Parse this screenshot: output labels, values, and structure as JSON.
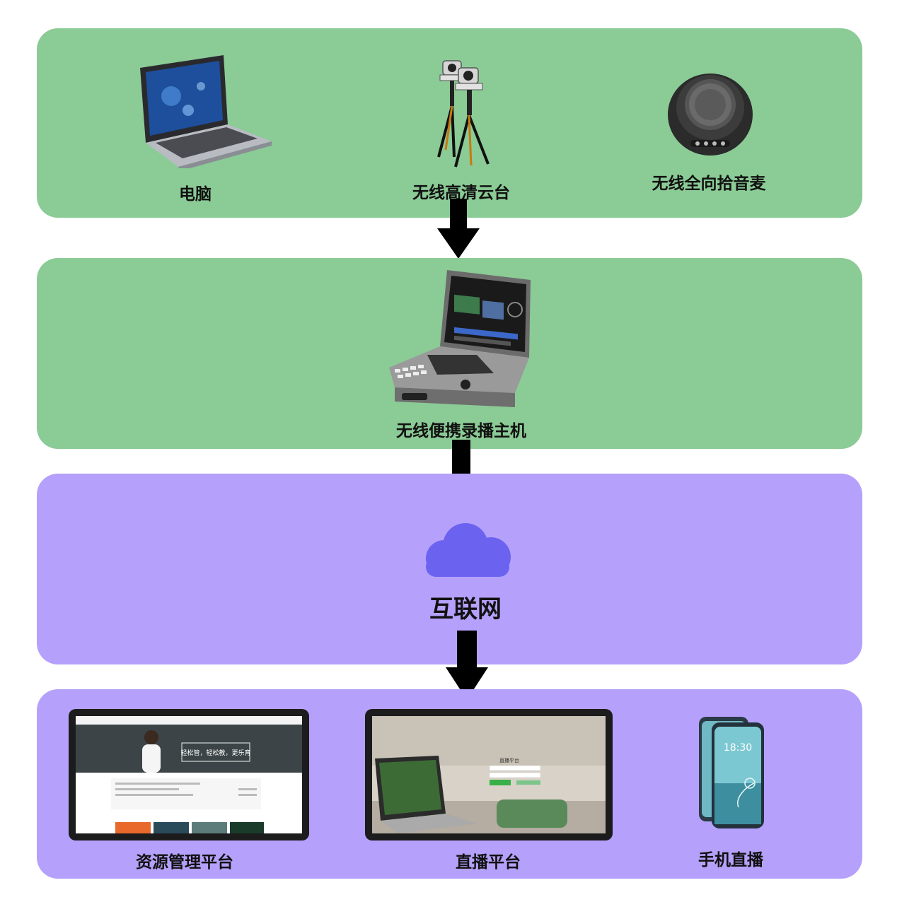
{
  "tiers": {
    "capture": {
      "devices": {
        "computer": "电脑",
        "ptz_camera": "无线高清云台",
        "microphone": "无线全向拾音麦"
      }
    },
    "recorder": {
      "device": "无线便携录播主机"
    },
    "network": {
      "label": "互联网"
    },
    "platforms": {
      "resource": "资源管理平台",
      "live": "直播平台",
      "mobile": "手机直播"
    }
  },
  "screens": {
    "resource_banner": "轻松管，轻松教，更乐育",
    "live_title": "直播平台",
    "phone_time": "18:30"
  },
  "colors": {
    "green_panel": "#8bcb96",
    "purple_panel": "#b5a1fb",
    "cloud": "#6b63f0",
    "arrow": "#000000"
  }
}
